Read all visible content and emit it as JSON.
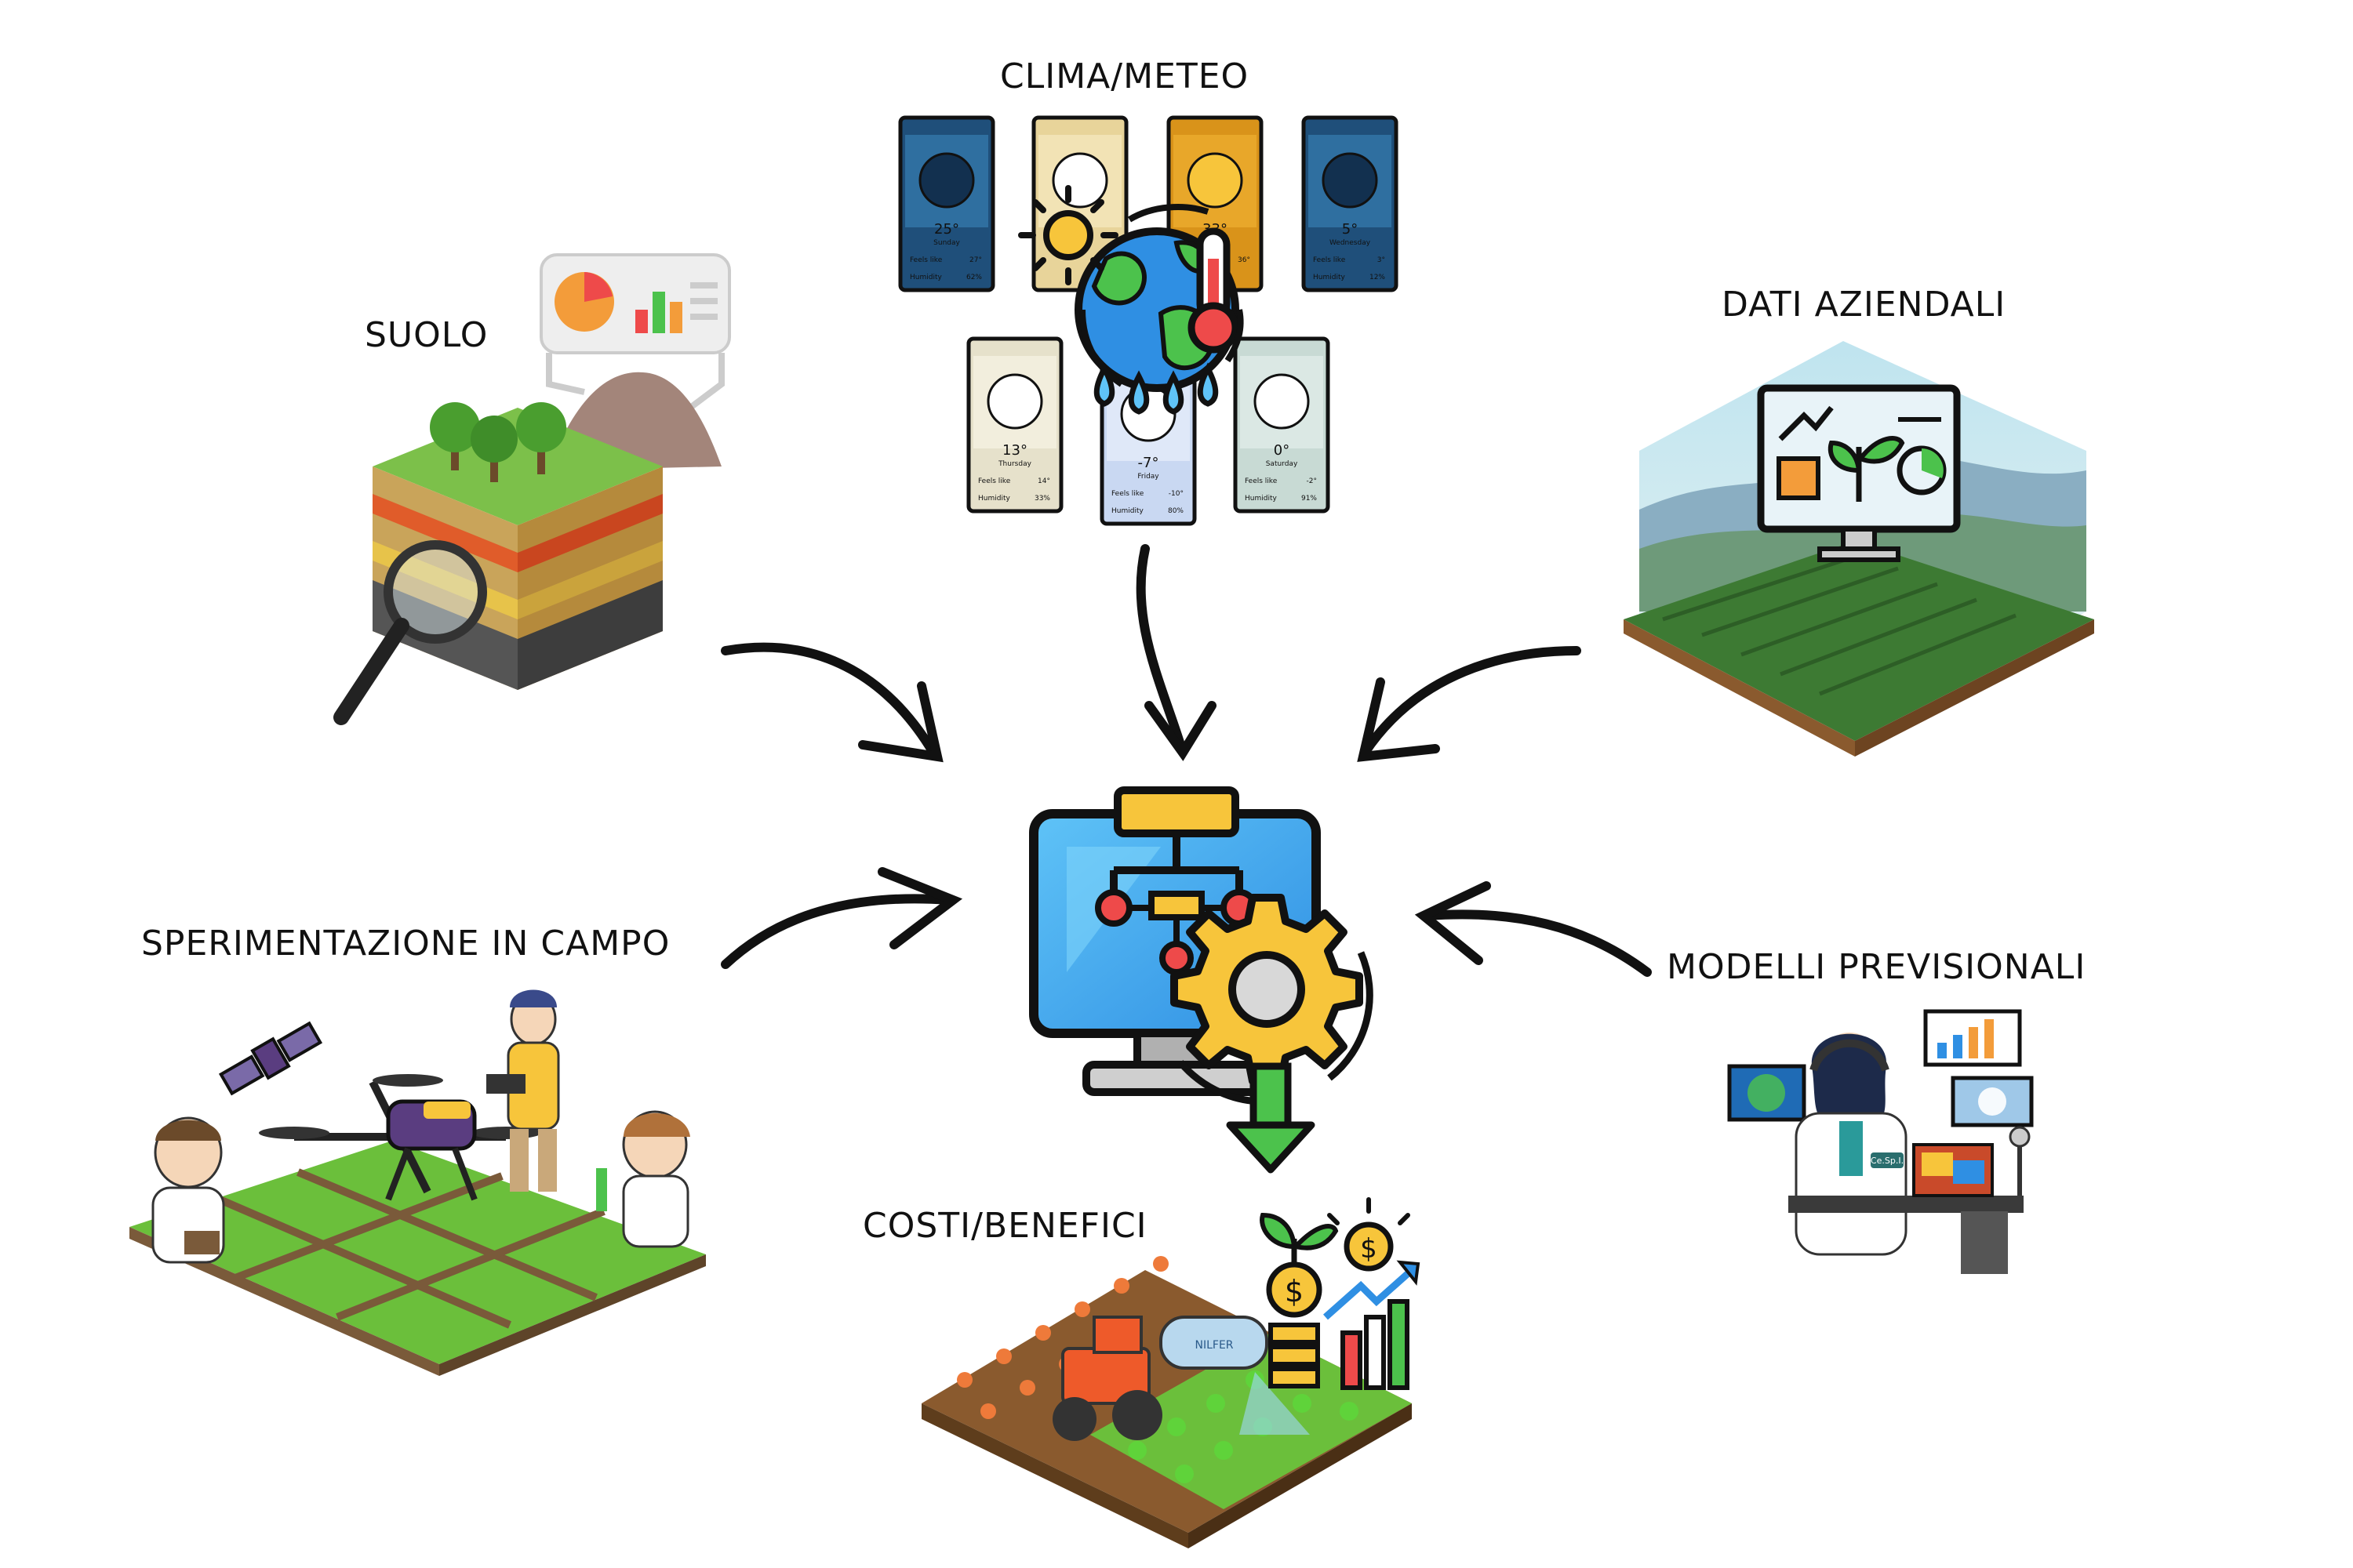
{
  "nodes": {
    "clima": {
      "label": "CLIMA/METEO"
    },
    "suolo": {
      "label": "SUOLO"
    },
    "dati": {
      "label": "DATI AZIENDALI"
    },
    "sperimentazione": {
      "label": "SPERIMENTAZIONE IN CAMPO"
    },
    "modelli": {
      "label": "MODELLI PREVISIONALI"
    },
    "costi": {
      "label": "COSTI/BENEFICI"
    }
  },
  "weather_cards": [
    {
      "temp": "25°",
      "day": "Sunday",
      "feels_label": "Feels like",
      "feels": "27°",
      "humidity_label": "Humidity",
      "humidity": "62%",
      "icon": "moon-stars-icon"
    },
    {
      "temp": "",
      "day": "",
      "feels_label": "",
      "feels": "",
      "humidity_label": "",
      "humidity": "",
      "icon": "sun-cloud-icon"
    },
    {
      "temp": "33°",
      "day": "",
      "feels_label": "",
      "feels": "36°",
      "humidity_label": "",
      "humidity": "",
      "icon": "sun-icon"
    },
    {
      "temp": "5°",
      "day": "Wednesday",
      "feels_label": "Feels like",
      "feels": "3°",
      "humidity_label": "Humidity",
      "humidity": "12%",
      "icon": "moon-cloud-icon"
    },
    {
      "temp": "13°",
      "day": "Thursday",
      "feels_label": "Feels like",
      "feels": "14°",
      "humidity_label": "Humidity",
      "humidity": "33%",
      "icon": "cloud-icon"
    },
    {
      "temp": "-7°",
      "day": "Friday",
      "feels_label": "Feels like",
      "feels": "-10°",
      "humidity_label": "Humidity",
      "humidity": "80%",
      "icon": "snow-icon"
    },
    {
      "temp": "0°",
      "day": "Saturday",
      "feels_label": "Feels like",
      "feels": "-2°",
      "humidity_label": "Humidity",
      "humidity": "91%",
      "icon": "storm-cloud-icon"
    }
  ],
  "badges": {
    "lab_coat": "Ce.Sp.I.",
    "sprayer_brand": "NILFER"
  },
  "colors": {
    "arrow": "#111111",
    "monitor_blue": "#2f8fe3",
    "gear_yellow": "#f7c53b",
    "node_red": "#ee4a4a",
    "down_arrow_green": "#4cc24c",
    "grass_green": "#6bbf3b"
  }
}
